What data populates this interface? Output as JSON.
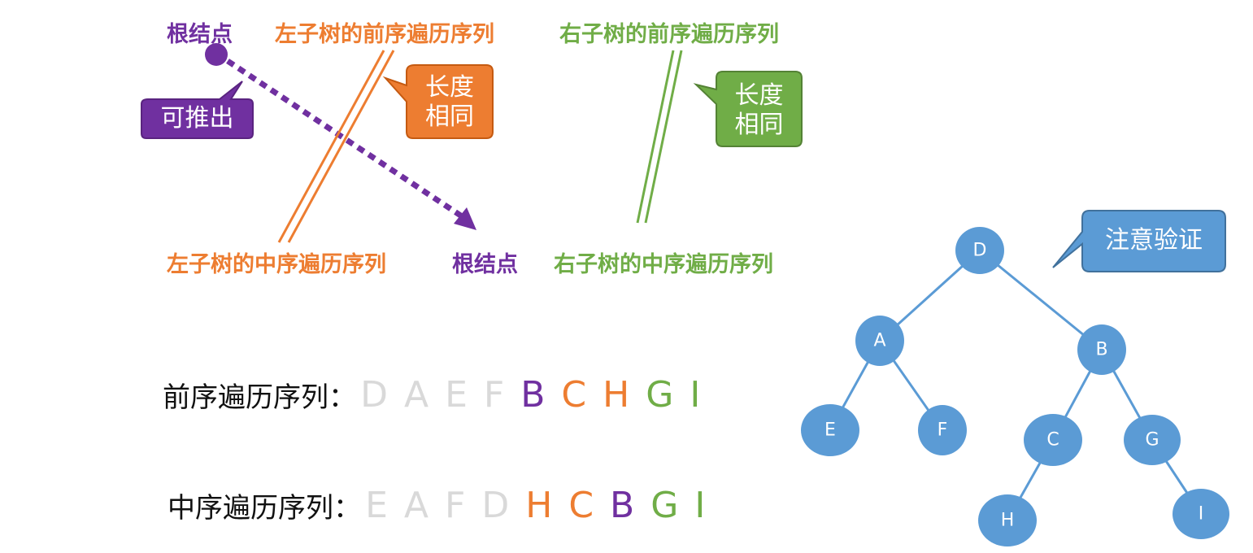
{
  "top": {
    "root_label": "根结点",
    "left_preorder_label": "左子树的前序遍历序列",
    "right_preorder_label": "右子树的前序遍历序列",
    "left_inorder_label": "左子树的中序遍历序列",
    "root_label_bottom": "根结点",
    "right_inorder_label": "右子树的中序遍历序列",
    "callout_deduce": "可推出",
    "callout_same_length_orange_line1": "长度",
    "callout_same_length_orange_line2": "相同",
    "callout_same_length_green_line1": "长度",
    "callout_same_length_green_line2": "相同",
    "callout_verify": "注意验证"
  },
  "sequences": {
    "preorder_label": "前序遍历序列：",
    "preorder": [
      {
        "ch": "D",
        "style": "faint"
      },
      {
        "ch": "A",
        "style": "faint"
      },
      {
        "ch": "E",
        "style": "faint"
      },
      {
        "ch": "F",
        "style": "faint"
      },
      {
        "ch": "B",
        "style": "purple"
      },
      {
        "ch": "C",
        "style": "orange"
      },
      {
        "ch": "H",
        "style": "orange"
      },
      {
        "ch": "G",
        "style": "green"
      },
      {
        "ch": "I",
        "style": "green"
      }
    ],
    "inorder_label": "中序遍历序列：",
    "inorder": [
      {
        "ch": "E",
        "style": "faint"
      },
      {
        "ch": "A",
        "style": "faint"
      },
      {
        "ch": "F",
        "style": "faint"
      },
      {
        "ch": "D",
        "style": "faint"
      },
      {
        "ch": "H",
        "style": "orange"
      },
      {
        "ch": "C",
        "style": "orange"
      },
      {
        "ch": "B",
        "style": "purple"
      },
      {
        "ch": "G",
        "style": "green"
      },
      {
        "ch": "I",
        "style": "green"
      }
    ]
  },
  "tree": {
    "nodes": [
      "D",
      "A",
      "B",
      "E",
      "F",
      "C",
      "G",
      "H",
      "I"
    ],
    "edges": [
      [
        "D",
        "A"
      ],
      [
        "D",
        "B"
      ],
      [
        "A",
        "E"
      ],
      [
        "A",
        "F"
      ],
      [
        "B",
        "C"
      ],
      [
        "B",
        "G"
      ],
      [
        "C",
        "H"
      ],
      [
        "G",
        "I"
      ]
    ]
  },
  "colors": {
    "purple": "#7030a0",
    "orange": "#ed7d31",
    "green": "#70ad47",
    "blue": "#5b9bd5",
    "faint": "#d9d9d9"
  }
}
